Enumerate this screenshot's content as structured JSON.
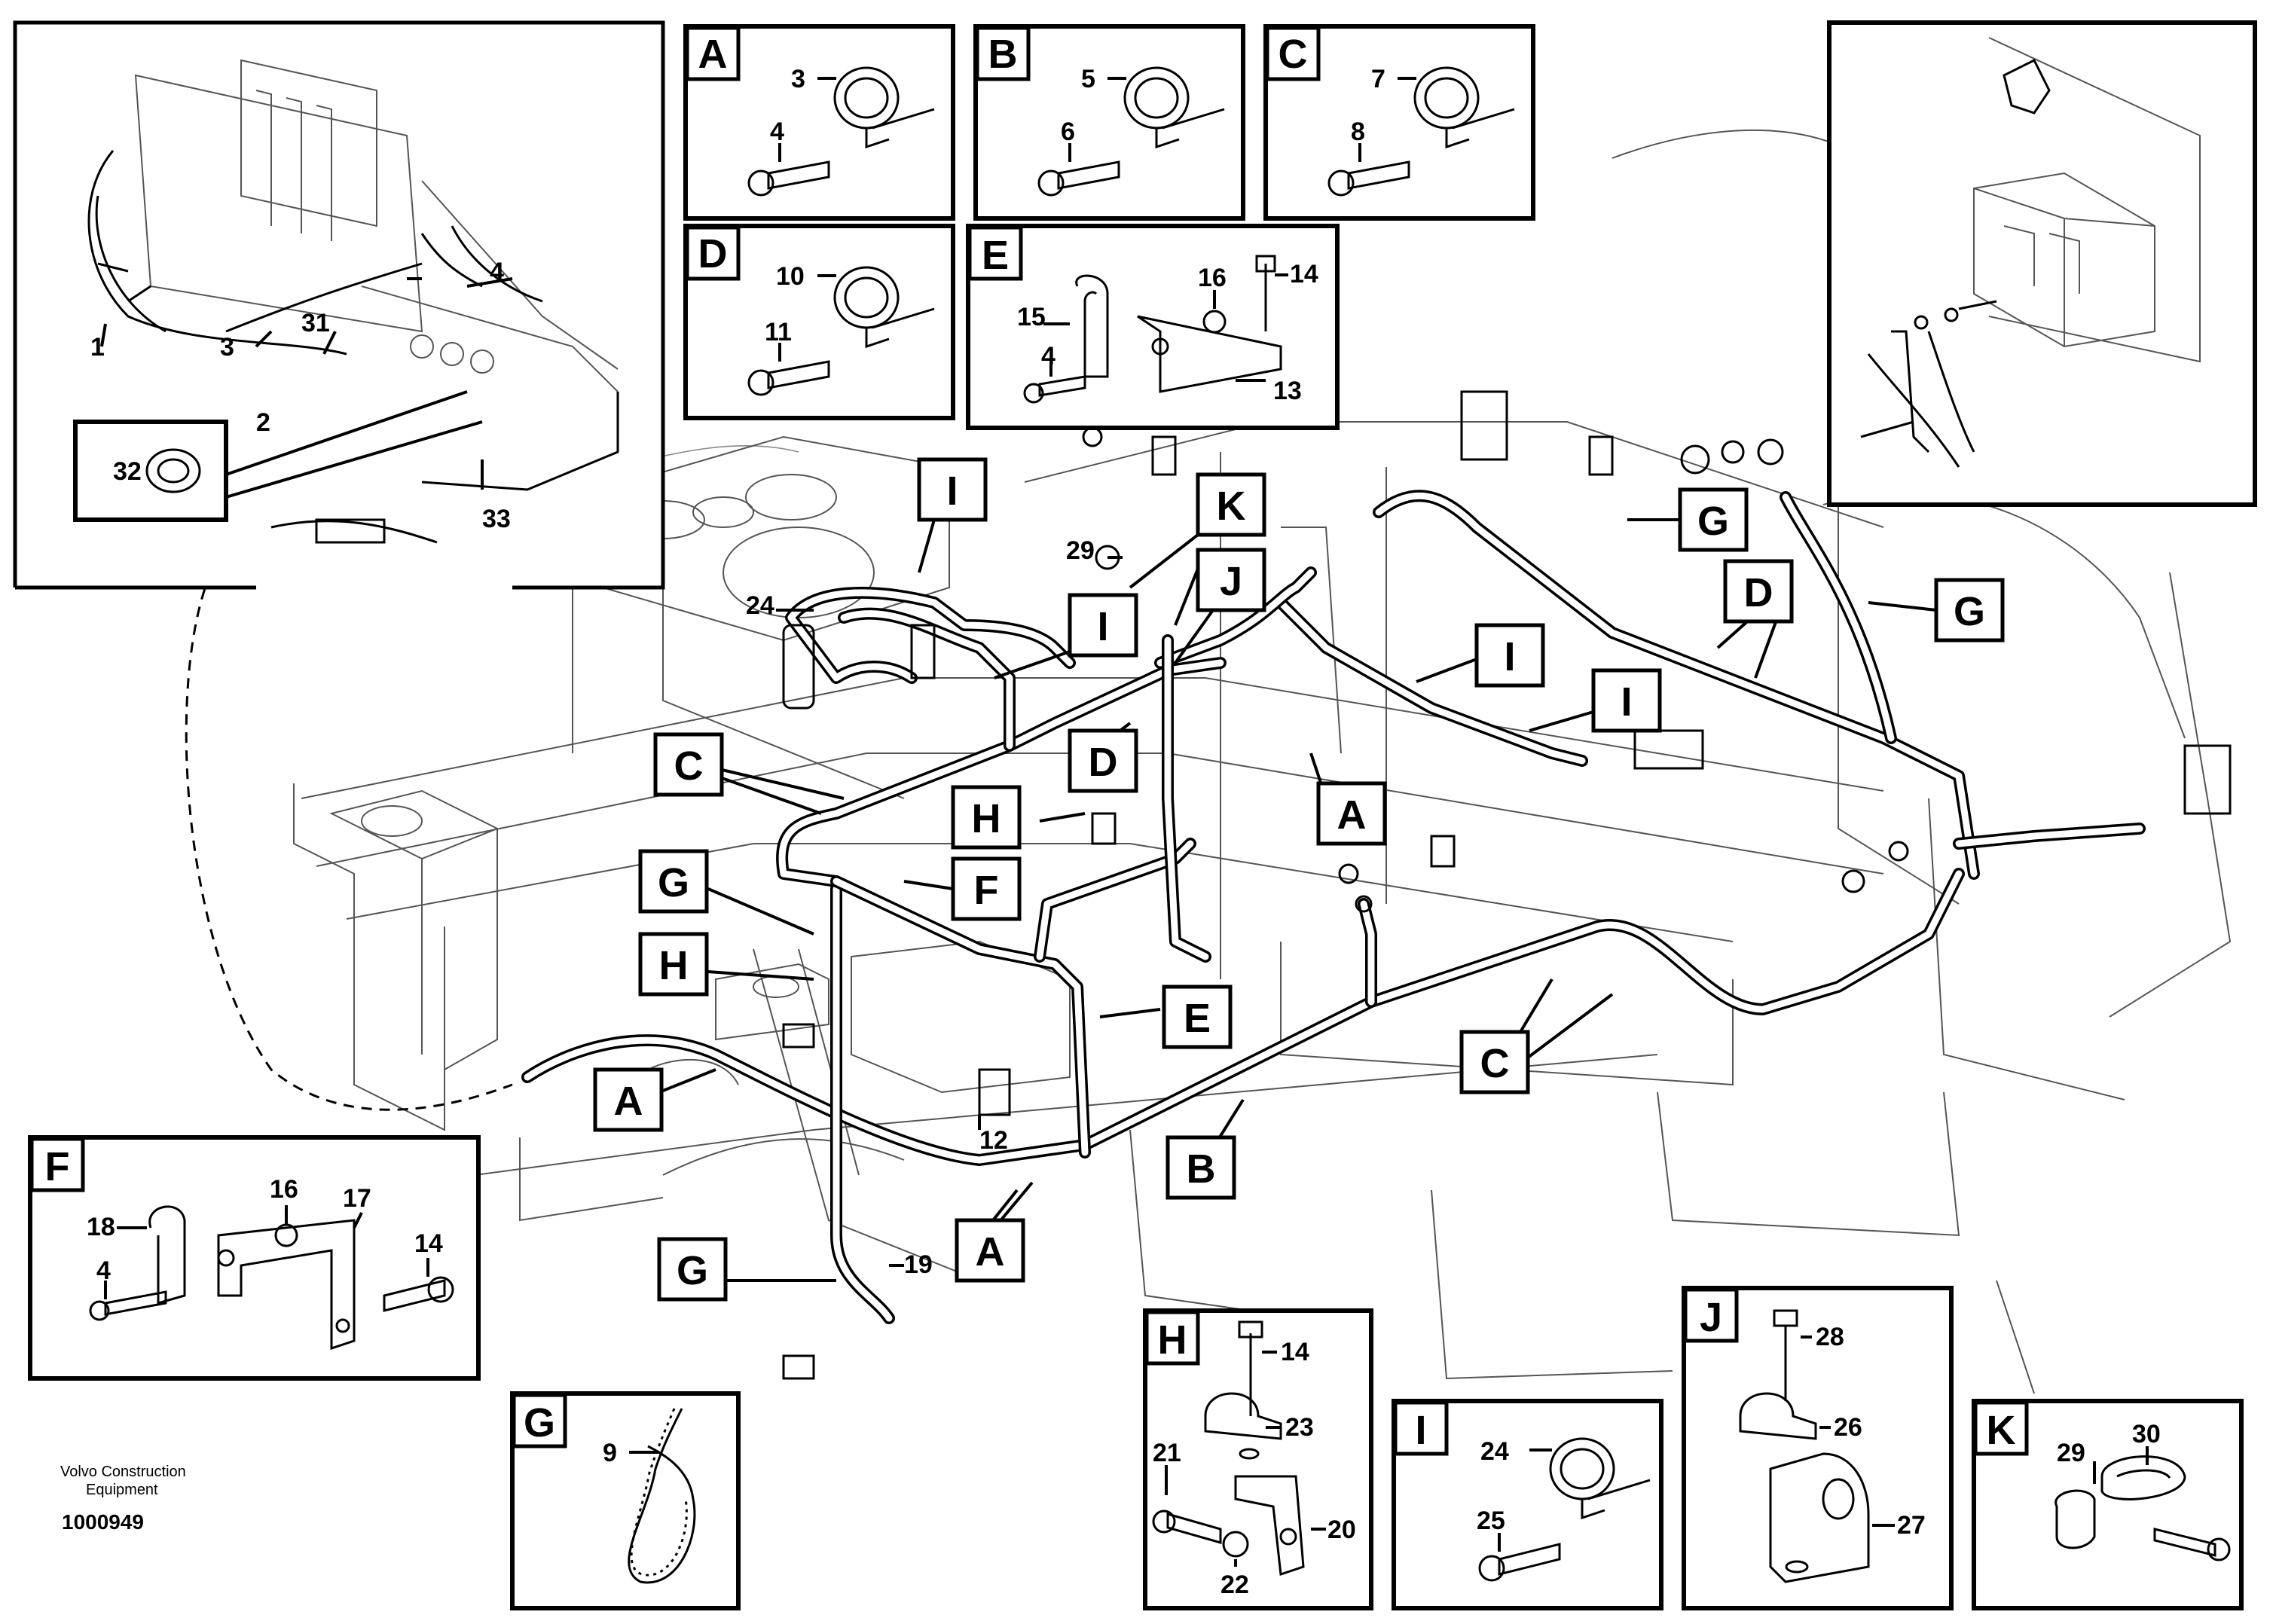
{
  "inset_boxes": [
    {
      "letter": "A",
      "numbers": [
        "3",
        "4"
      ]
    },
    {
      "letter": "B",
      "numbers": [
        "5",
        "6"
      ]
    },
    {
      "letter": "C",
      "numbers": [
        "7",
        "8"
      ]
    },
    {
      "letter": "D",
      "numbers": [
        "10",
        "11"
      ]
    },
    {
      "letter": "E",
      "numbers": [
        "15",
        "16",
        "14",
        "4",
        "13"
      ]
    },
    {
      "letter": "F",
      "numbers": [
        "18",
        "16",
        "17",
        "14",
        "4"
      ]
    },
    {
      "letter": "G",
      "numbers": [
        "9"
      ]
    },
    {
      "letter": "H",
      "numbers": [
        "14",
        "23",
        "21",
        "20",
        "22"
      ]
    },
    {
      "letter": "I",
      "numbers": [
        "24",
        "25"
      ]
    },
    {
      "letter": "J",
      "numbers": [
        "28",
        "26",
        "27"
      ]
    },
    {
      "letter": "K",
      "numbers": [
        "29",
        "30"
      ]
    }
  ],
  "topleft_inset": {
    "numbers": [
      "4",
      "31",
      "1",
      "3",
      "2",
      "32",
      "33"
    ]
  },
  "main_callouts": {
    "letters": [
      "I",
      "K",
      "J",
      "I",
      "I",
      "I",
      "G",
      "D",
      "G",
      "C",
      "D",
      "H",
      "A",
      "G",
      "F",
      "H",
      "E",
      "C",
      "A",
      "B",
      "A",
      "G"
    ],
    "numbers": [
      "29",
      "24",
      "12",
      "19"
    ]
  },
  "footer": {
    "brand_line1": "Volvo Construction",
    "brand_line2": "Equipment",
    "ref_number": "1000949"
  }
}
